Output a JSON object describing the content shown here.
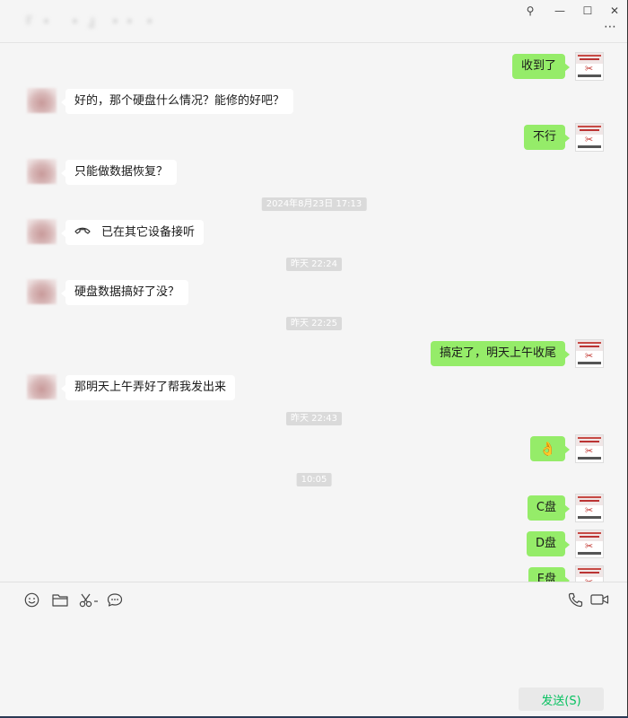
{
  "window": {
    "title": "『 ・　・ 』 ・・ ・",
    "pin": "⚲",
    "minimize": "—",
    "maximize": "☐",
    "close": "✕",
    "more": "⋯"
  },
  "messages": [
    {
      "kind": "self",
      "text": "收到了"
    },
    {
      "kind": "peer",
      "text": "好的，那个硬盘什么情况？能修的好吧？"
    },
    {
      "kind": "self",
      "text": "不行"
    },
    {
      "kind": "peer",
      "text": "只能做数据恢复？"
    },
    {
      "kind": "time",
      "text": "2024年8月23日 17:13"
    },
    {
      "kind": "peer-call",
      "text": "已在其它设备接听"
    },
    {
      "kind": "time",
      "text": "昨天 22:24"
    },
    {
      "kind": "peer",
      "text": "硬盘数据搞好了没？"
    },
    {
      "kind": "time",
      "text": "昨天 22:25"
    },
    {
      "kind": "self",
      "text": "搞定了，明天上午收尾"
    },
    {
      "kind": "peer",
      "text": "那明天上午弄好了帮我发出来"
    },
    {
      "kind": "time",
      "text": "昨天 22:43"
    },
    {
      "kind": "self-emoji",
      "text": "👌"
    },
    {
      "kind": "time",
      "text": "10:05"
    },
    {
      "kind": "self",
      "text": "C盘"
    },
    {
      "kind": "self",
      "text": "D盘"
    },
    {
      "kind": "self",
      "text": "E盘"
    }
  ],
  "toolbar": {
    "emoji_icon": "emoji-icon",
    "folder_icon": "folder-icon",
    "scissors_icon": "screenshot-scissors-icon",
    "chat_icon": "chat-history-icon",
    "phone_icon": "voice-call-icon",
    "video_icon": "video-call-icon"
  },
  "input": {
    "send_label": "发送(S)"
  },
  "colors": {
    "self_bubble": "#95ec69",
    "peer_bubble": "#ffffff",
    "background": "#f5f5f5",
    "send_text": "#07c160"
  }
}
